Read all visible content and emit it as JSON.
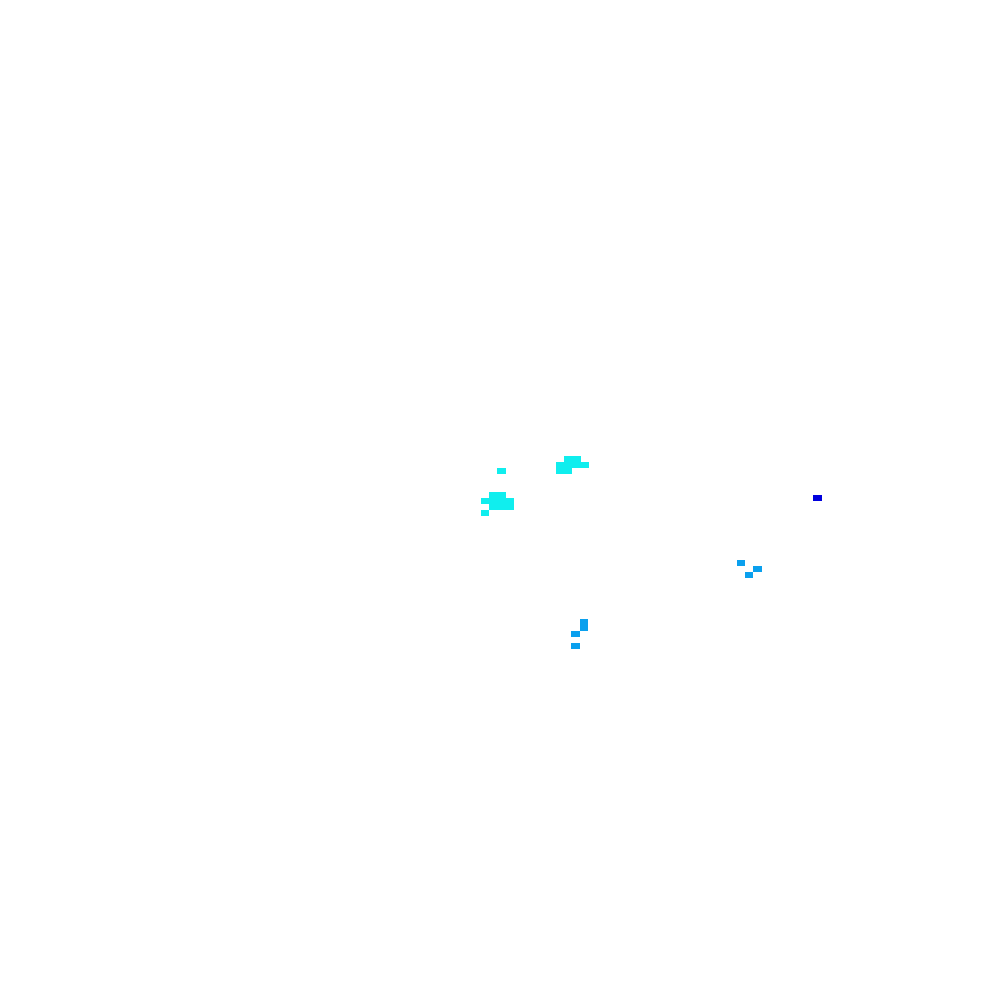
{
  "canvas": {
    "background": "#ffffff"
  },
  "palette": {
    "cyan": "#10eeee",
    "sky": "#0aa0ee",
    "blue": "#0000dd"
  },
  "clusters": [
    {
      "name": "cyan-cluster-upper",
      "color_key": "cyan"
    },
    {
      "name": "cyan-cluster-left",
      "color_key": "cyan"
    },
    {
      "name": "sky-cluster-right",
      "color_key": "sky"
    },
    {
      "name": "sky-cluster-lower",
      "color_key": "sky"
    },
    {
      "name": "blue-marker",
      "color_key": "blue"
    }
  ]
}
